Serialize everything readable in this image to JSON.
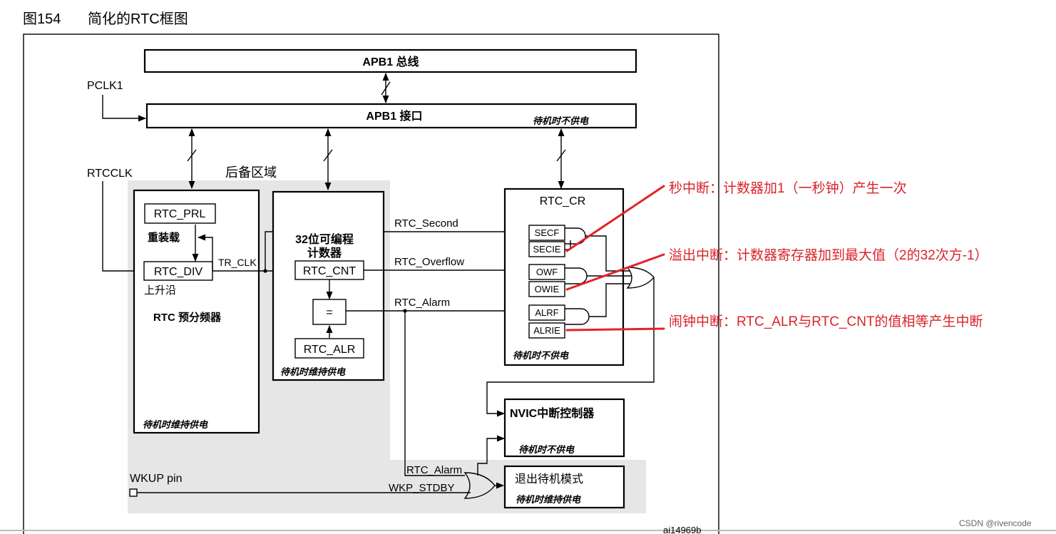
{
  "figure": {
    "title_number": "图154",
    "title_text": "简化的RTC框图",
    "figure_code": "ai14969b",
    "watermark": "CSDN @rivencode"
  },
  "bus": {
    "apb1_bus": "APB1 总线",
    "apb1_interface": "APB1 接口",
    "apb1_interface_note": "待机时不供电",
    "pclk1": "PCLK1",
    "rtcclk": "RTCCLK"
  },
  "backup_domain": {
    "label": "后备区域"
  },
  "prescaler": {
    "rtc_prl": "RTC_PRL",
    "reload": "重装载",
    "rtc_div": "RTC_DIV",
    "rising_edge": "上升沿",
    "tr_clk": "TR_CLK",
    "name": "RTC 预分频器",
    "note": "待机时维持供电"
  },
  "counter": {
    "title_line1": "32位可编程",
    "title_line2": "计数器",
    "rtc_cnt": "RTC_CNT",
    "compare": "=",
    "rtc_alr": "RTC_ALR",
    "note": "待机时维持供电"
  },
  "signals": {
    "second": "RTC_Second",
    "overflow": "RTC_Overflow",
    "alarm": "RTC_Alarm",
    "alarm_wkup": "RTC_Alarm",
    "wkp_stdby": "WKP_STDBY",
    "wkup_pin": "WKUP pin"
  },
  "control_register": {
    "name": "RTC_CR",
    "bits": [
      "SECF",
      "SECIE",
      "OWF",
      "OWIE",
      "ALRF",
      "ALRIE"
    ],
    "note": "待机时不供电"
  },
  "nvic": {
    "name": "NVIC中断控制器",
    "note": "待机时不供电"
  },
  "exit_standby": {
    "name": "退出待机模式",
    "note": "待机时维持供电"
  },
  "annotations": [
    "秒中断：计数器加1（一秒钟）产生一次",
    "溢出中断：计数器寄存器加到最大值（2的32次方-1）",
    "闹钟中断：RTC_ALR与RTC_CNT的值相等产生中断"
  ],
  "colors": {
    "annotation": "#d9232a",
    "backup_domain_fill": "#e6e6e6",
    "line": "#000000"
  }
}
